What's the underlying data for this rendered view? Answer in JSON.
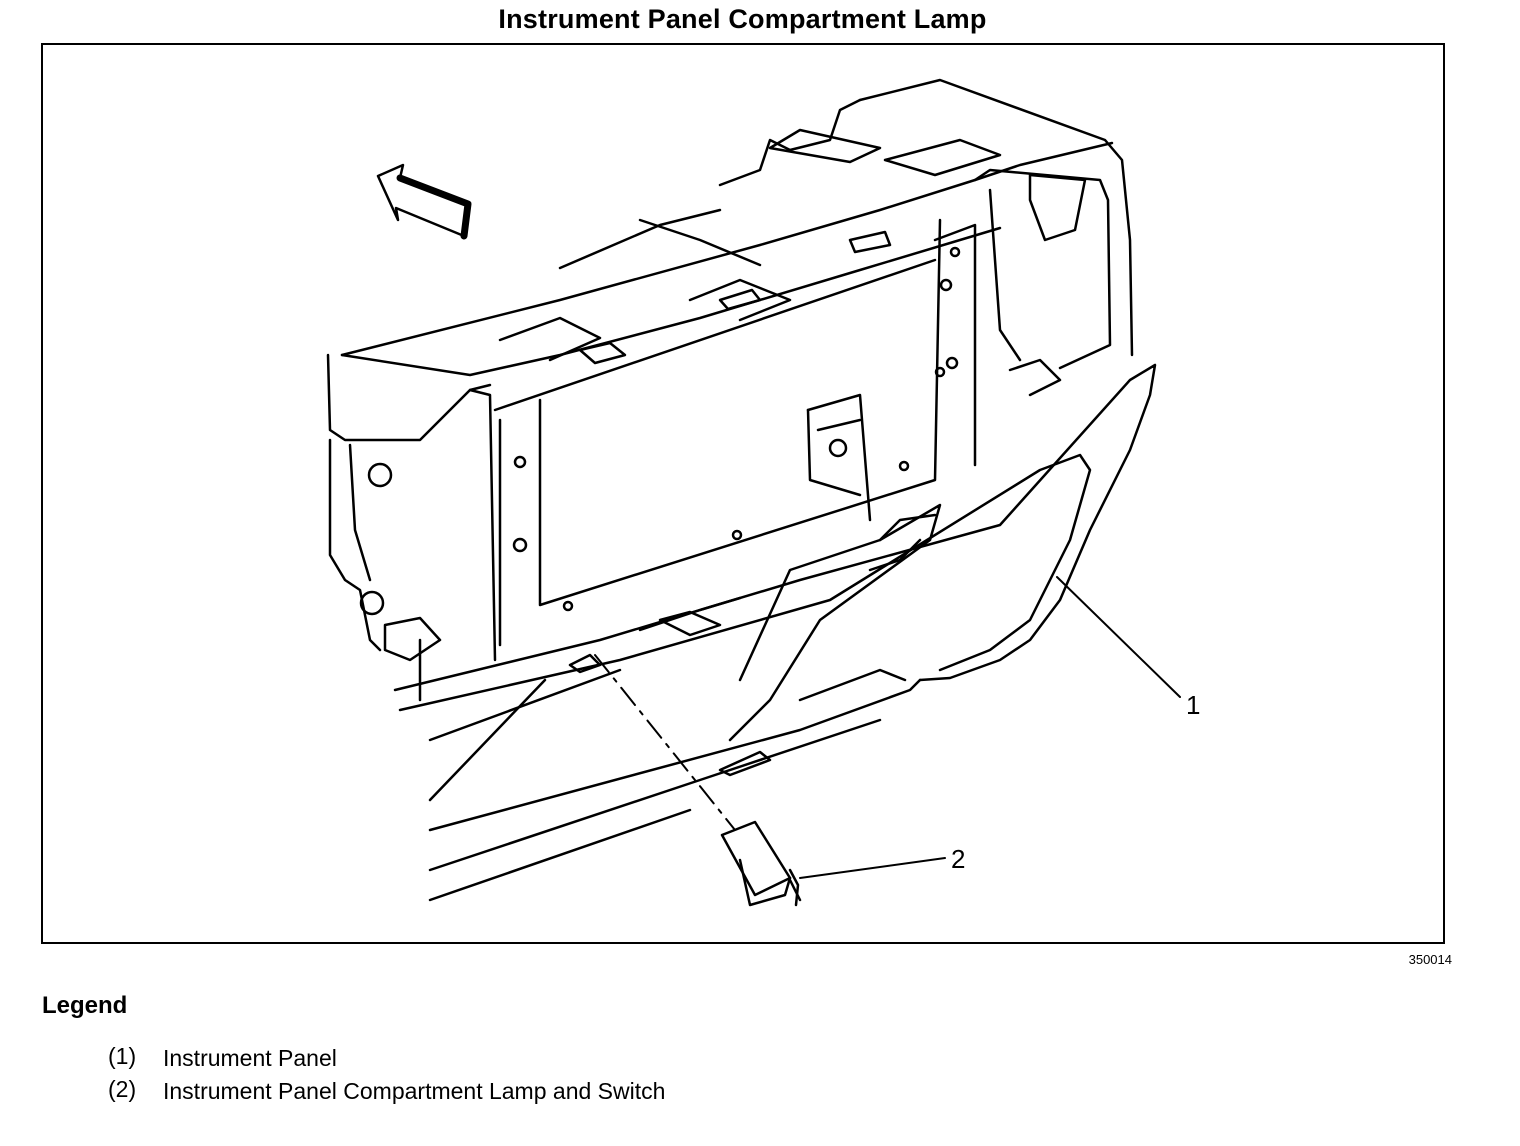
{
  "title": "Instrument Panel Compartment Lamp",
  "figure_id": "350014",
  "callouts": {
    "one": "1",
    "two": "2"
  },
  "legend": {
    "heading": "Legend",
    "items": [
      {
        "number": "(1)",
        "label": "Instrument Panel"
      },
      {
        "number": "(2)",
        "label": "Instrument Panel Compartment Lamp and Switch"
      }
    ]
  }
}
